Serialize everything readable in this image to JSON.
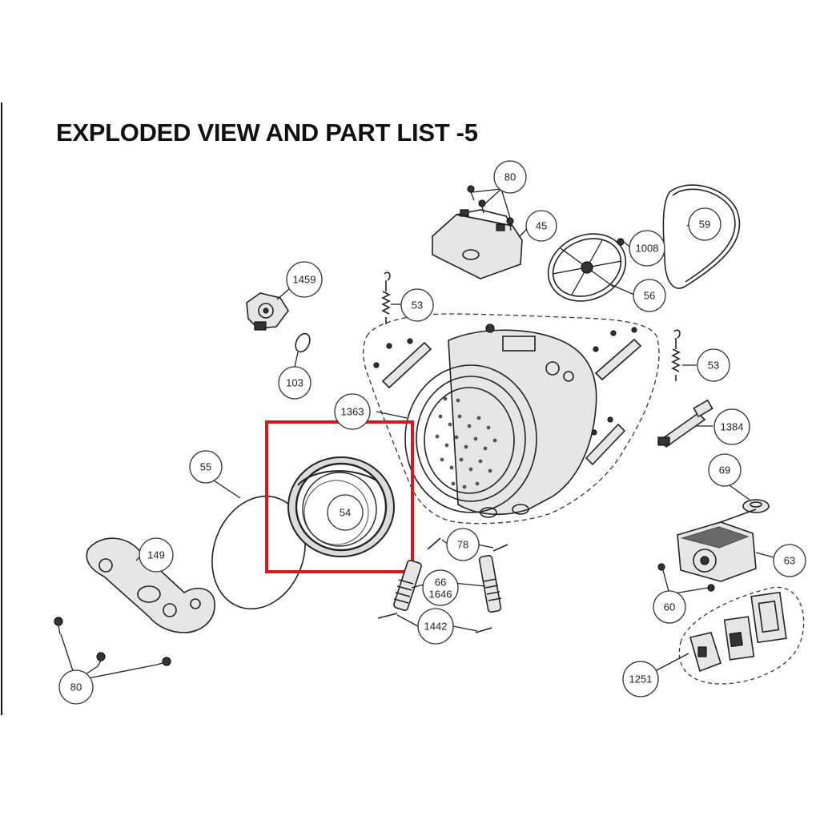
{
  "title": "EXPLODED VIEW AND PART LIST -5",
  "colors": {
    "highlight": "#e0141b",
    "ink": "#222222"
  },
  "callouts": {
    "c80_top": "80",
    "c45": "45",
    "c59": "59",
    "c1008": "1008",
    "c56": "56",
    "c1459": "1459",
    "c53_left": "53",
    "c53_right": "53",
    "c103": "103",
    "c1363": "1363",
    "c1384": "1384",
    "c55": "55",
    "c54": "54",
    "c69": "69",
    "c149": "149",
    "c78": "78",
    "c63": "63",
    "c66": "66",
    "c1646": "1646",
    "c60": "60",
    "c1442": "1442",
    "c80_bottom": "80",
    "c1251": "1251"
  }
}
